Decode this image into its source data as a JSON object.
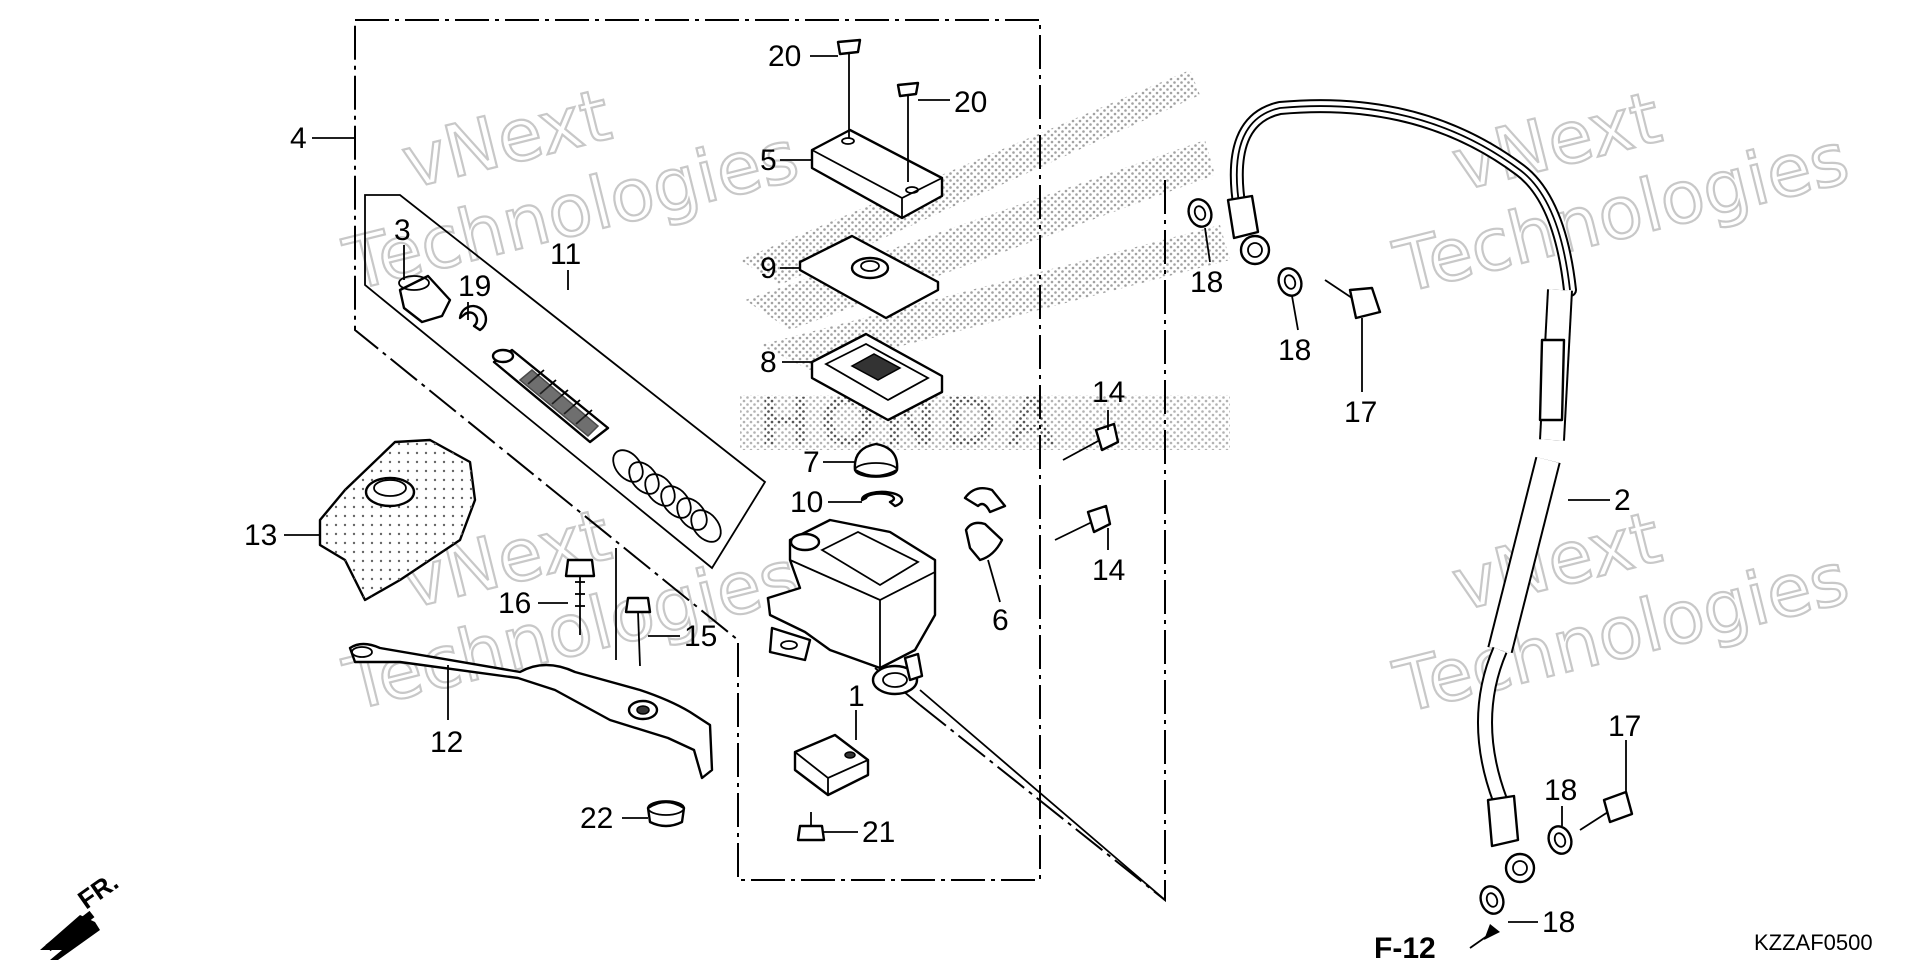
{
  "diagram": {
    "code": "KZZAF0500",
    "ref": "F-12",
    "direction_label": "FR.",
    "watermark_lines": [
      "vNext",
      "Technologies"
    ],
    "callouts": [
      "1",
      "2",
      "3",
      "4",
      "5",
      "6",
      "7",
      "8",
      "9",
      "10",
      "11",
      "12",
      "13",
      "14",
      "14",
      "15",
      "16",
      "17",
      "17",
      "18",
      "18",
      "18",
      "18",
      "19",
      "20",
      "20",
      "21",
      "22"
    ]
  }
}
